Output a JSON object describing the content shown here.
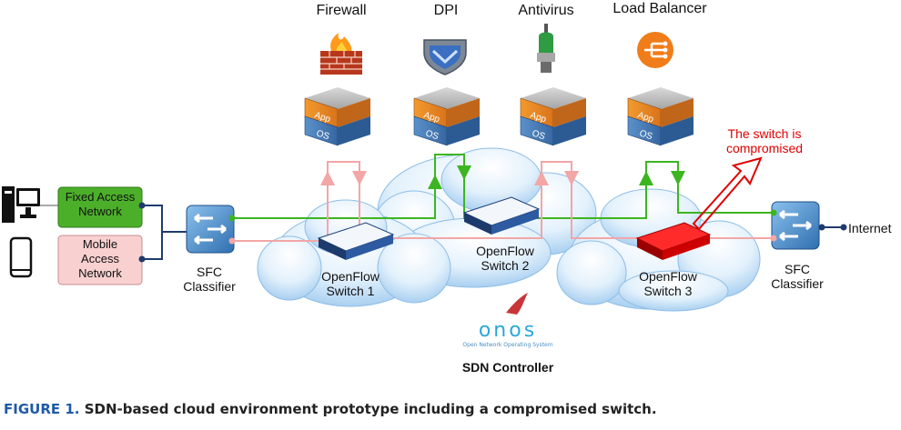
{
  "vnfs": [
    {
      "name": "Firewall",
      "icon": "firewall-icon",
      "vm": [
        "App",
        "OS"
      ]
    },
    {
      "name": "DPI",
      "icon": "shield-icon",
      "vm": [
        "App",
        "OS"
      ]
    },
    {
      "name": "Antivirus",
      "icon": "antivirus-icon",
      "vm": [
        "App",
        "OS"
      ]
    },
    {
      "name": "Load Balancer",
      "icon": "load-balancer-icon",
      "vm": [
        "App",
        "OS"
      ]
    }
  ],
  "switches": [
    {
      "line1": "OpenFlow",
      "line2": "Switch 1"
    },
    {
      "line1": "OpenFlow",
      "line2": "Switch 2"
    },
    {
      "line1": "OpenFlow",
      "line2": "Switch 3"
    }
  ],
  "classifiers": [
    {
      "line1": "SFC",
      "line2": "Classifier"
    },
    {
      "line1": "SFC",
      "line2": "Classifier"
    }
  ],
  "access_networks": [
    {
      "label_lines": [
        "Fixed Access",
        "Network"
      ],
      "color": "#4caf2a"
    },
    {
      "label_lines": [
        "Mobile",
        "Access",
        "Network"
      ],
      "color": "#f8d0d0"
    }
  ],
  "annotation": {
    "line1": "The switch is",
    "line2": "compromised",
    "color": "#e00000"
  },
  "internet_label": "Internet",
  "controller": {
    "logo_text": "onos",
    "logo_subtitle": "Open Network Operating System",
    "label": "SDN Controller"
  },
  "caption": {
    "figure": "FIGURE 1.",
    "text": "SDN-based cloud environment prototype including a compromised switch."
  },
  "colors": {
    "green_path": "#3cb521",
    "pink_path": "#f2a6a6",
    "compromised": "#e00000",
    "cloud_top": "#ffffff",
    "cloud_bottom": "#aed4f2"
  }
}
